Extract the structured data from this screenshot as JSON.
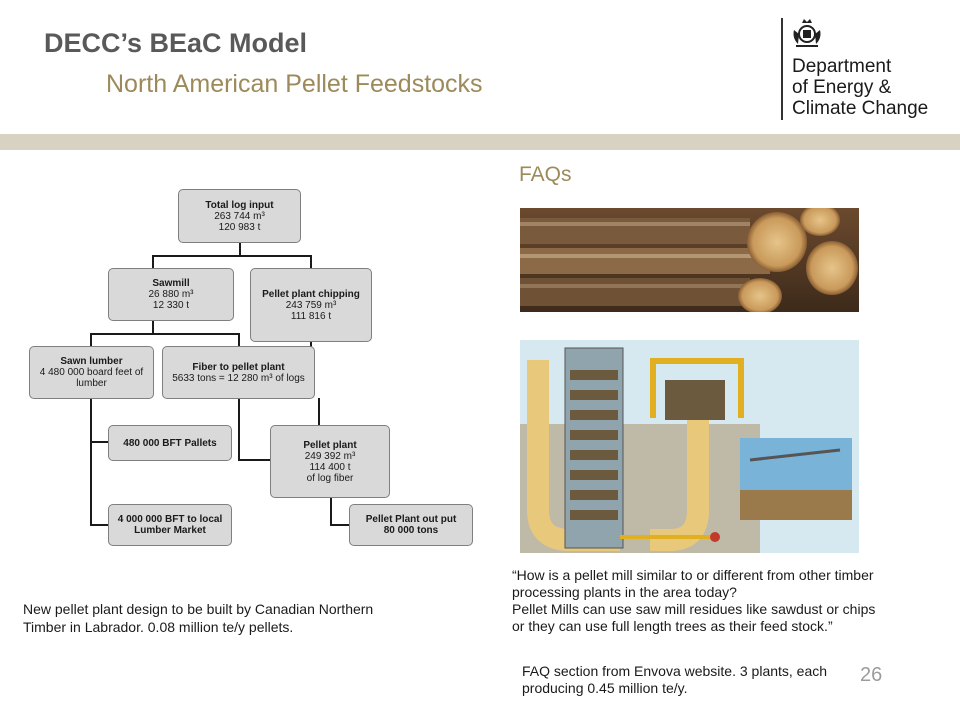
{
  "header": {
    "title": "DECC’s BEaC Model",
    "subtitle": "North American Pellet Feedstocks"
  },
  "logo": {
    "icon": "royal-crest-icon",
    "lines": [
      "Department",
      "of Energy &",
      "Climate Change"
    ]
  },
  "diagram": {
    "total": {
      "title": "Total log input",
      "lines": [
        "263 744 m³",
        "120 983 t"
      ]
    },
    "sawmill": {
      "title": "Sawmill",
      "lines": [
        "26 880 m³",
        "12 330 t"
      ]
    },
    "chipping": {
      "title": "Pellet plant chipping",
      "lines": [
        "243 759 m³",
        "111 816 t"
      ]
    },
    "lumber": {
      "title": "Sawn lumber",
      "lines": [
        "4 480 000 board feet of",
        "lumber"
      ]
    },
    "fiber": {
      "title": "Fiber to pellet plant",
      "lines": [
        "5633 tons = 12 280 m³ of logs"
      ]
    },
    "pallets": {
      "title": "480 000 BFT Pallets"
    },
    "local": {
      "title": "4 000 000 BFT to local",
      "line2": "Lumber Market"
    },
    "plant": {
      "title": "Pellet plant",
      "lines": [
        "249 392 m³",
        "114 400 t",
        "of log fiber"
      ]
    },
    "output": {
      "title": "Pellet Plant out put",
      "line2": "80 000 tons"
    }
  },
  "faq": {
    "heading": "FAQs",
    "quote_lines": [
      "“How is a pellet mill similar to or different from other timber",
      "processing plants in the area today?",
      "Pellet Mills can use saw mill residues like sawdust or chips",
      "or they can use full length trees as their feed stock.”"
    ]
  },
  "captions": {
    "left_lines": [
      "New pellet plant design to be built by Canadian Northern",
      "Timber in Labrador. 0.08 million te/y pellets."
    ],
    "right_lines": [
      "FAQ section from Envova website. 3 plants, each",
      "producing 0.45 million te/y."
    ]
  },
  "page_number": "26",
  "colors": {
    "accent": "#9c8a5a",
    "band": "#d8d2c3",
    "box_fill": "#d9d9d9"
  }
}
